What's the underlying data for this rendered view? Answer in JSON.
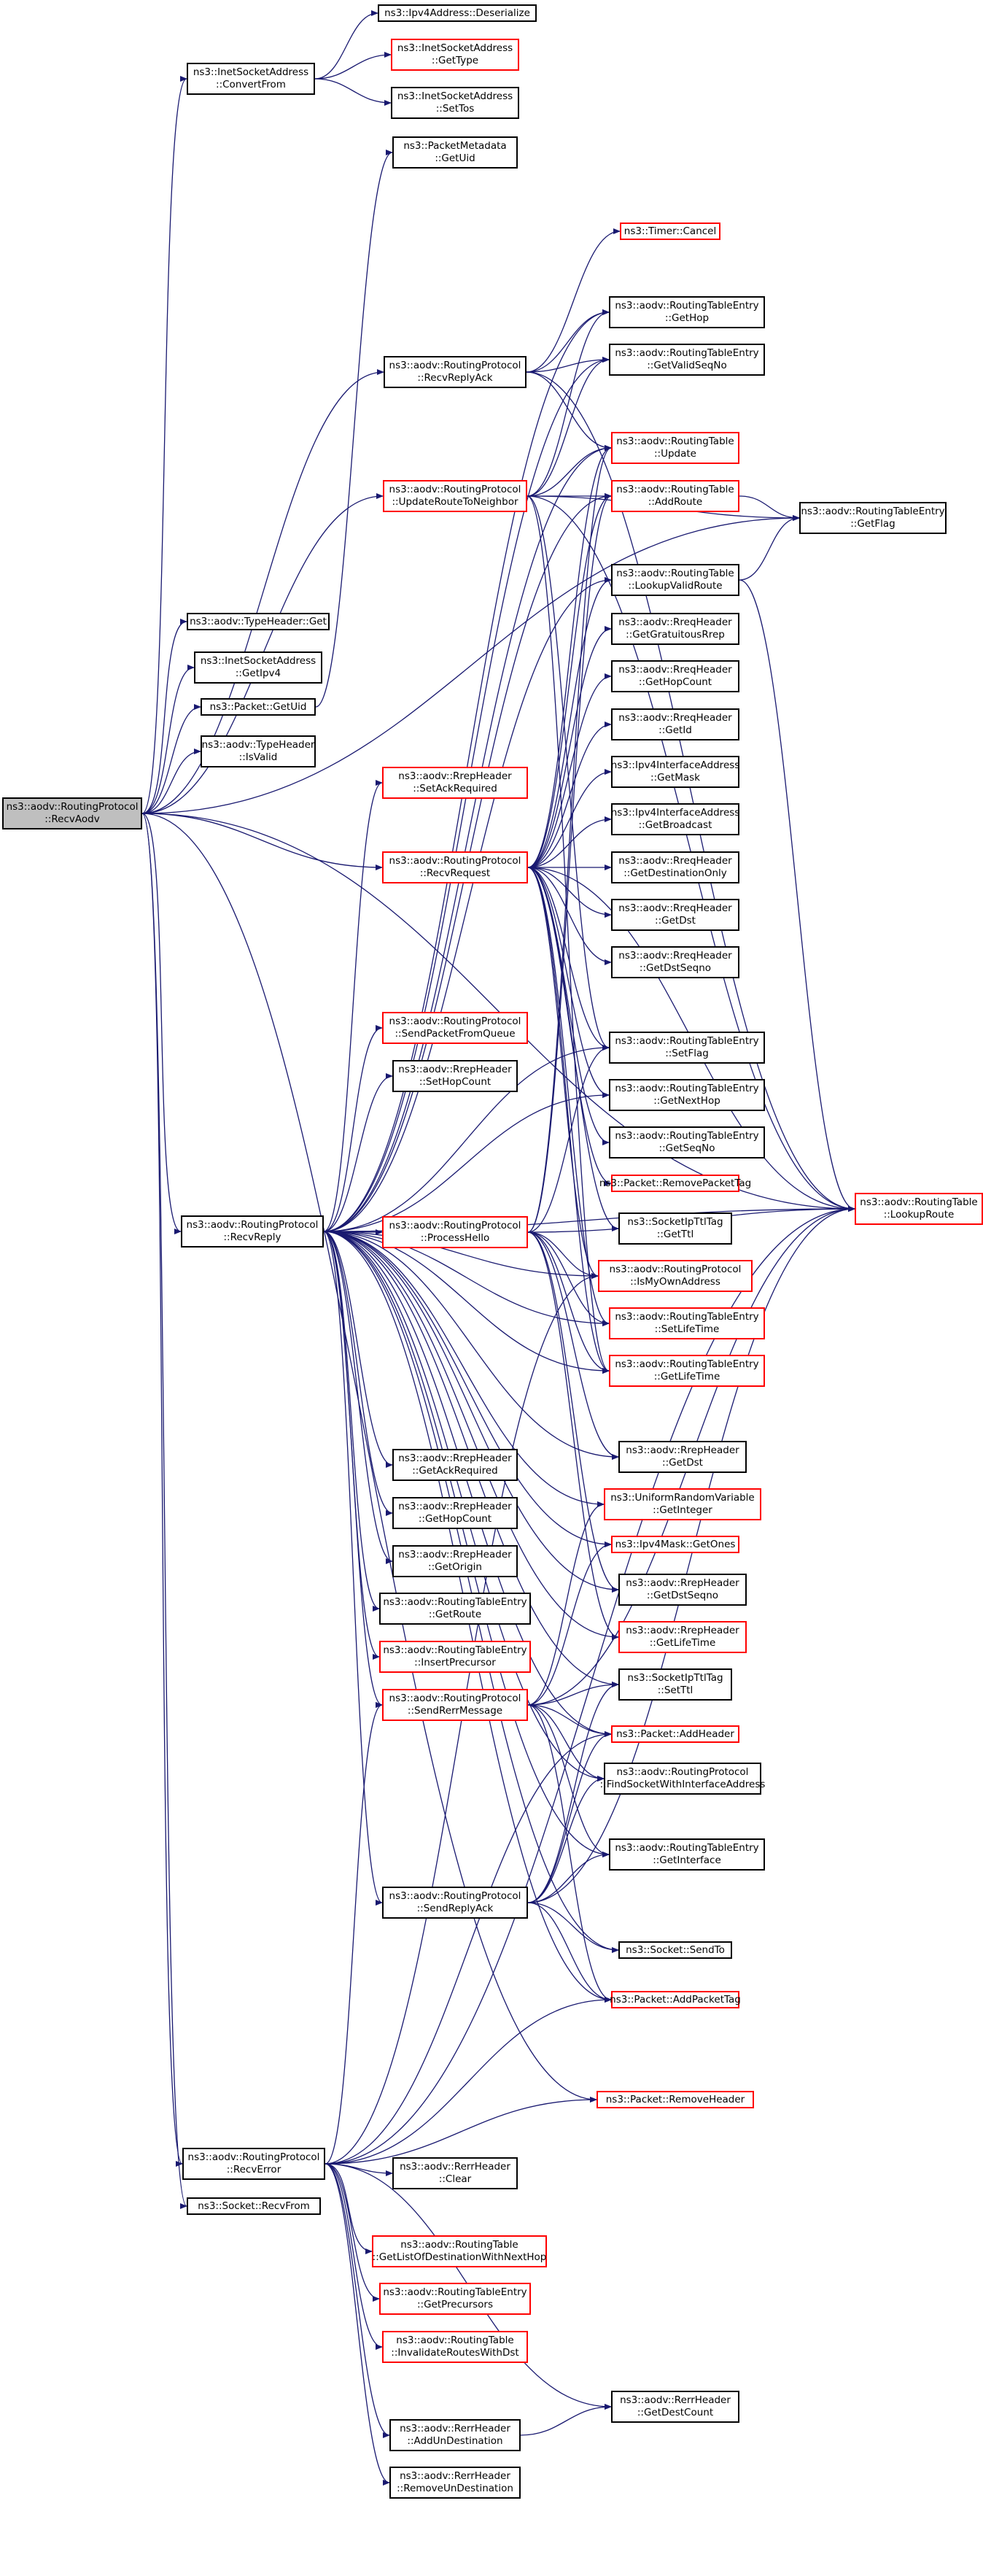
{
  "colors": {
    "edge": "#191970",
    "node_border": "#000000",
    "node_border_partial": "#ff0000",
    "root_fill": "#bfbfbf"
  },
  "nodes": [
    {
      "id": "recvaodv",
      "lines": [
        "ns3::aodv::RoutingProtocol",
        "::RecvAodv"
      ],
      "style": "root"
    },
    {
      "id": "convertfrom",
      "lines": [
        "ns3::InetSocketAddress",
        "::ConvertFrom"
      ],
      "style": "black"
    },
    {
      "id": "ipv4deser",
      "lines": [
        "ns3::Ipv4Address::Deserialize"
      ],
      "style": "black"
    },
    {
      "id": "inet_gettype",
      "lines": [
        "ns3::InetSocketAddress",
        "::GetType"
      ],
      "style": "red"
    },
    {
      "id": "inet_settos",
      "lines": [
        "ns3::InetSocketAddress",
        "::SetTos"
      ],
      "style": "black"
    },
    {
      "id": "pm_getuid",
      "lines": [
        "ns3::PacketMetadata",
        "::GetUid"
      ],
      "style": "black"
    },
    {
      "id": "timer_cancel",
      "lines": [
        "ns3::Timer::Cancel"
      ],
      "style": "red"
    },
    {
      "id": "rte_gethop",
      "lines": [
        "ns3::aodv::RoutingTableEntry",
        "::GetHop"
      ],
      "style": "black"
    },
    {
      "id": "rte_getvalidseqno",
      "lines": [
        "ns3::aodv::RoutingTableEntry",
        "::GetValidSeqNo"
      ],
      "style": "black"
    },
    {
      "id": "recvreplyack",
      "lines": [
        "ns3::aodv::RoutingProtocol",
        "::RecvReplyAck"
      ],
      "style": "black"
    },
    {
      "id": "rt_update",
      "lines": [
        "ns3::aodv::RoutingTable",
        "::Update"
      ],
      "style": "red"
    },
    {
      "id": "updateroute",
      "lines": [
        "ns3::aodv::RoutingProtocol",
        "::UpdateRouteToNeighbor"
      ],
      "style": "red"
    },
    {
      "id": "rt_addroute",
      "lines": [
        "ns3::aodv::RoutingTable",
        "::AddRoute"
      ],
      "style": "red"
    },
    {
      "id": "rte_getflag",
      "lines": [
        "ns3::aodv::RoutingTableEntry",
        "::GetFlag"
      ],
      "style": "black"
    },
    {
      "id": "rt_lookupvalid",
      "lines": [
        "ns3::aodv::RoutingTable",
        "::LookupValidRoute"
      ],
      "style": "black"
    },
    {
      "id": "typeheader_get",
      "lines": [
        "ns3::aodv::TypeHeader::Get"
      ],
      "style": "black"
    },
    {
      "id": "rreq_getgrat",
      "lines": [
        "ns3::aodv::RreqHeader",
        "::GetGratuitousRrep"
      ],
      "style": "black"
    },
    {
      "id": "inet_getipv4",
      "lines": [
        "ns3::InetSocketAddress",
        "::GetIpv4"
      ],
      "style": "black"
    },
    {
      "id": "rreq_gethopcount",
      "lines": [
        "ns3::aodv::RreqHeader",
        "::GetHopCount"
      ],
      "style": "black"
    },
    {
      "id": "packet_getuid",
      "lines": [
        "ns3::Packet::GetUid"
      ],
      "style": "black"
    },
    {
      "id": "typeheader_isvalid",
      "lines": [
        "ns3::aodv::TypeHeader",
        "::IsValid"
      ],
      "style": "black"
    },
    {
      "id": "rreq_getid",
      "lines": [
        "ns3::aodv::RreqHeader",
        "::GetId"
      ],
      "style": "black"
    },
    {
      "id": "ipv4if_getmask",
      "lines": [
        "ns3::Ipv4InterfaceAddress",
        "::GetMask"
      ],
      "style": "black"
    },
    {
      "id": "rrep_setackreq",
      "lines": [
        "ns3::aodv::RrepHeader",
        "::SetAckRequired"
      ],
      "style": "red"
    },
    {
      "id": "ipv4if_getbcast",
      "lines": [
        "ns3::Ipv4InterfaceAddress",
        "::GetBroadcast"
      ],
      "style": "black"
    },
    {
      "id": "recvrequest",
      "lines": [
        "ns3::aodv::RoutingProtocol",
        "::RecvRequest"
      ],
      "style": "red"
    },
    {
      "id": "rreq_getdestonly",
      "lines": [
        "ns3::aodv::RreqHeader",
        "::GetDestinationOnly"
      ],
      "style": "black"
    },
    {
      "id": "rreq_getdst",
      "lines": [
        "ns3::aodv::RreqHeader",
        "::GetDst"
      ],
      "style": "black"
    },
    {
      "id": "rreq_getdstseqno",
      "lines": [
        "ns3::aodv::RreqHeader",
        "::GetDstSeqno"
      ],
      "style": "black"
    },
    {
      "id": "sendpktqueue",
      "lines": [
        "ns3::aodv::RoutingProtocol",
        "::SendPacketFromQueue"
      ],
      "style": "red"
    },
    {
      "id": "rte_setflag",
      "lines": [
        "ns3::aodv::RoutingTableEntry",
        "::SetFlag"
      ],
      "style": "black"
    },
    {
      "id": "rrep_sethopcount",
      "lines": [
        "ns3::aodv::RrepHeader",
        "::SetHopCount"
      ],
      "style": "black"
    },
    {
      "id": "rte_getnexthop",
      "lines": [
        "ns3::aodv::RoutingTableEntry",
        "::GetNextHop"
      ],
      "style": "black"
    },
    {
      "id": "rte_getseqno",
      "lines": [
        "ns3::aodv::RoutingTableEntry",
        "::GetSeqNo"
      ],
      "style": "black"
    },
    {
      "id": "packet_removetag",
      "lines": [
        "ns3::Packet::RemovePacketTag"
      ],
      "style": "red"
    },
    {
      "id": "rt_lookuproute",
      "lines": [
        "ns3::aodv::RoutingTable",
        "::LookupRoute"
      ],
      "style": "red"
    },
    {
      "id": "processhello",
      "lines": [
        "ns3::aodv::RoutingProtocol",
        "::ProcessHello"
      ],
      "style": "red"
    },
    {
      "id": "sipttl_getttl",
      "lines": [
        "ns3::SocketIpTtlTag",
        "::GetTtl"
      ],
      "style": "black"
    },
    {
      "id": "recvreply",
      "lines": [
        "ns3::aodv::RoutingProtocol",
        "::RecvReply"
      ],
      "style": "black"
    },
    {
      "id": "ismyown",
      "lines": [
        "ns3::aodv::RoutingProtocol",
        "::IsMyOwnAddress"
      ],
      "style": "red"
    },
    {
      "id": "rte_setlifetime",
      "lines": [
        "ns3::aodv::RoutingTableEntry",
        "::SetLifeTime"
      ],
      "style": "red"
    },
    {
      "id": "rte_getlifetime",
      "lines": [
        "ns3::aodv::RoutingTableEntry",
        "::GetLifeTime"
      ],
      "style": "red"
    },
    {
      "id": "rrep_getdst",
      "lines": [
        "ns3::aodv::RrepHeader",
        "::GetDst"
      ],
      "style": "black"
    },
    {
      "id": "rrep_getackreq",
      "lines": [
        "ns3::aodv::RrepHeader",
        "::GetAckRequired"
      ],
      "style": "black"
    },
    {
      "id": "urv_getinteger",
      "lines": [
        "ns3::UniformRandomVariable",
        "::GetInteger"
      ],
      "style": "red"
    },
    {
      "id": "rrep_gethopcount",
      "lines": [
        "ns3::aodv::RrepHeader",
        "::GetHopCount"
      ],
      "style": "black"
    },
    {
      "id": "ipv4mask_getones",
      "lines": [
        "ns3::Ipv4Mask::GetOnes"
      ],
      "style": "red"
    },
    {
      "id": "rrep_getorigin",
      "lines": [
        "ns3::aodv::RrepHeader",
        "::GetOrigin"
      ],
      "style": "black"
    },
    {
      "id": "rrep_getdstseqno",
      "lines": [
        "ns3::aodv::RrepHeader",
        "::GetDstSeqno"
      ],
      "style": "black"
    },
    {
      "id": "rte_getroute",
      "lines": [
        "ns3::aodv::RoutingTableEntry",
        "::GetRoute"
      ],
      "style": "black"
    },
    {
      "id": "rrep_getlifetime",
      "lines": [
        "ns3::aodv::RrepHeader",
        "::GetLifeTime"
      ],
      "style": "red"
    },
    {
      "id": "rte_insertprecursor",
      "lines": [
        "ns3::aodv::RoutingTableEntry",
        "::InsertPrecursor"
      ],
      "style": "red"
    },
    {
      "id": "sipttl_setttl",
      "lines": [
        "ns3::SocketIpTtlTag",
        "::SetTtl"
      ],
      "style": "black"
    },
    {
      "id": "sendrerrmsg",
      "lines": [
        "ns3::aodv::RoutingProtocol",
        "::SendRerrMessage"
      ],
      "style": "red"
    },
    {
      "id": "packet_addheader",
      "lines": [
        "ns3::Packet::AddHeader"
      ],
      "style": "red"
    },
    {
      "id": "findsocket",
      "lines": [
        "ns3::aodv::RoutingProtocol",
        "::FindSocketWithInterfaceAddress"
      ],
      "style": "black"
    },
    {
      "id": "rte_getinterface",
      "lines": [
        "ns3::aodv::RoutingTableEntry",
        "::GetInterface"
      ],
      "style": "black"
    },
    {
      "id": "sendreplyack",
      "lines": [
        "ns3::aodv::RoutingProtocol",
        "::SendReplyAck"
      ],
      "style": "black"
    },
    {
      "id": "socket_sendto",
      "lines": [
        "ns3::Socket::SendTo"
      ],
      "style": "black"
    },
    {
      "id": "packet_addtag",
      "lines": [
        "ns3::Packet::AddPacketTag"
      ],
      "style": "red"
    },
    {
      "id": "packet_removeheader",
      "lines": [
        "ns3::Packet::RemoveHeader"
      ],
      "style": "red"
    },
    {
      "id": "recverror",
      "lines": [
        "ns3::aodv::RoutingProtocol",
        "::RecvError"
      ],
      "style": "black"
    },
    {
      "id": "rerr_clear",
      "lines": [
        "ns3::aodv::RerrHeader",
        "::Clear"
      ],
      "style": "black"
    },
    {
      "id": "socket_recvfrom",
      "lines": [
        "ns3::Socket::RecvFrom"
      ],
      "style": "black"
    },
    {
      "id": "rt_getlistdest",
      "lines": [
        "ns3::aodv::RoutingTable",
        "::GetListOfDestinationWithNextHop"
      ],
      "style": "red"
    },
    {
      "id": "rte_getprecursors",
      "lines": [
        "ns3::aodv::RoutingTableEntry",
        "::GetPrecursors"
      ],
      "style": "red"
    },
    {
      "id": "rt_invalidate",
      "lines": [
        "ns3::aodv::RoutingTable",
        "::InvalidateRoutesWithDst"
      ],
      "style": "red"
    },
    {
      "id": "rerr_getdestcount",
      "lines": [
        "ns3::aodv::RerrHeader",
        "::GetDestCount"
      ],
      "style": "black"
    },
    {
      "id": "rerr_addun",
      "lines": [
        "ns3::aodv::RerrHeader",
        "::AddUnDestination"
      ],
      "style": "black"
    },
    {
      "id": "rerr_removeun",
      "lines": [
        "ns3::aodv::RerrHeader",
        "::RemoveUnDestination"
      ],
      "style": "black"
    }
  ],
  "edges": [
    [
      "recvaodv",
      "convertfrom"
    ],
    [
      "convertfrom",
      "ipv4deser"
    ],
    [
      "convertfrom",
      "inet_gettype"
    ],
    [
      "convertfrom",
      "inet_settos"
    ],
    [
      "recvaodv",
      "typeheader_get"
    ],
    [
      "recvaodv",
      "inet_getipv4"
    ],
    [
      "recvaodv",
      "packet_getuid"
    ],
    [
      "recvaodv",
      "typeheader_isvalid"
    ],
    [
      "packet_getuid",
      "pm_getuid"
    ],
    [
      "recvaodv",
      "rte_getflag"
    ],
    [
      "recvaodv",
      "recvreplyack"
    ],
    [
      "recvaodv",
      "updateroute"
    ],
    [
      "recvaodv",
      "recvrequest"
    ],
    [
      "recvaodv",
      "recvreply"
    ],
    [
      "recvaodv",
      "recverror"
    ],
    [
      "recvaodv",
      "socket_recvfrom"
    ],
    [
      "recvaodv",
      "packet_removeheader"
    ],
    [
      "recvaodv",
      "rt_lookuproute"
    ],
    [
      "recvreplyack",
      "timer_cancel"
    ],
    [
      "recvreplyack",
      "rte_getvalidseqno"
    ],
    [
      "recvreplyack",
      "rt_update"
    ],
    [
      "recvreplyack",
      "rte_gethop"
    ],
    [
      "recvreplyack",
      "rt_lookuproute"
    ],
    [
      "updateroute",
      "rte_gethop"
    ],
    [
      "updateroute",
      "rte_getvalidseqno"
    ],
    [
      "updateroute",
      "rt_update"
    ],
    [
      "updateroute",
      "rt_addroute"
    ],
    [
      "updateroute",
      "rte_getflag"
    ],
    [
      "updateroute",
      "rte_setflag"
    ],
    [
      "updateroute",
      "rt_lookuproute"
    ],
    [
      "updateroute",
      "rte_getlifetime"
    ],
    [
      "rt_addroute",
      "rte_getflag"
    ],
    [
      "rt_lookupvalid",
      "rte_getflag"
    ],
    [
      "rt_lookupvalid",
      "rt_lookuproute"
    ],
    [
      "recvrequest",
      "rreq_getgrat"
    ],
    [
      "recvrequest",
      "rreq_gethopcount"
    ],
    [
      "recvrequest",
      "rreq_getid"
    ],
    [
      "recvrequest",
      "ipv4if_getmask"
    ],
    [
      "recvrequest",
      "ipv4if_getbcast"
    ],
    [
      "recvrequest",
      "rreq_getdestonly"
    ],
    [
      "recvrequest",
      "rreq_getdst"
    ],
    [
      "recvrequest",
      "rreq_getdstseqno"
    ],
    [
      "recvrequest",
      "rte_setflag"
    ],
    [
      "recvrequest",
      "rte_getnexthop"
    ],
    [
      "recvrequest",
      "rte_getseqno"
    ],
    [
      "recvrequest",
      "packet_removetag"
    ],
    [
      "recvrequest",
      "sipttl_getttl"
    ],
    [
      "recvrequest",
      "ismyown"
    ],
    [
      "recvrequest",
      "rte_setlifetime"
    ],
    [
      "recvrequest",
      "rte_getlifetime"
    ],
    [
      "recvrequest",
      "rt_lookuproute"
    ],
    [
      "recvrequest",
      "rt_update"
    ],
    [
      "recvrequest",
      "rt_addroute"
    ],
    [
      "recvrequest",
      "rt_lookupvalid"
    ],
    [
      "recvreply",
      "rrep_setackreq"
    ],
    [
      "recvreply",
      "sendpktqueue"
    ],
    [
      "recvreply",
      "rrep_sethopcount"
    ],
    [
      "recvreply",
      "processhello"
    ],
    [
      "recvreply",
      "rrep_getdst"
    ],
    [
      "recvreply",
      "rrep_getackreq"
    ],
    [
      "recvreply",
      "rrep_gethopcount"
    ],
    [
      "recvreply",
      "rrep_getorigin"
    ],
    [
      "recvreply",
      "rte_getroute"
    ],
    [
      "recvreply",
      "rte_insertprecursor"
    ],
    [
      "recvreply",
      "sendrerrmsg"
    ],
    [
      "recvreply",
      "sendreplyack"
    ],
    [
      "recvreply",
      "rt_lookuproute"
    ],
    [
      "recvreply",
      "rt_update"
    ],
    [
      "recvreply",
      "rt_addroute"
    ],
    [
      "recvreply",
      "rte_gethop"
    ],
    [
      "recvreply",
      "rte_getvalidseqno"
    ],
    [
      "recvreply",
      "rte_setflag"
    ],
    [
      "recvreply",
      "rte_getnexthop"
    ],
    [
      "recvreply",
      "ismyown"
    ],
    [
      "recvreply",
      "rte_setlifetime"
    ],
    [
      "recvreply",
      "rte_getlifetime"
    ],
    [
      "recvreply",
      "rrep_getdstseqno"
    ],
    [
      "recvreply",
      "rrep_getlifetime"
    ],
    [
      "recvreply",
      "urv_getinteger"
    ],
    [
      "recvreply",
      "ipv4mask_getones"
    ],
    [
      "recvreply",
      "sipttl_setttl"
    ],
    [
      "recvreply",
      "packet_addheader"
    ],
    [
      "recvreply",
      "findsocket"
    ],
    [
      "recvreply",
      "rte_getinterface"
    ],
    [
      "recvreply",
      "socket_sendto"
    ],
    [
      "recvreply",
      "packet_addtag"
    ],
    [
      "recvreply",
      "rt_lookupvalid"
    ],
    [
      "processhello",
      "rt_addroute"
    ],
    [
      "processhello",
      "rt_update"
    ],
    [
      "processhello",
      "rt_lookuproute"
    ],
    [
      "processhello",
      "rrep_getdst"
    ],
    [
      "processhello",
      "rrep_getlifetime"
    ],
    [
      "processhello",
      "rte_setlifetime"
    ],
    [
      "processhello",
      "rte_getlifetime"
    ],
    [
      "processhello",
      "rte_setflag"
    ],
    [
      "processhello",
      "ismyown"
    ],
    [
      "processhello",
      "rrep_getdstseqno"
    ],
    [
      "sendrerrmsg",
      "sipttl_setttl"
    ],
    [
      "sendrerrmsg",
      "packet_addheader"
    ],
    [
      "sendrerrmsg",
      "findsocket"
    ],
    [
      "sendrerrmsg",
      "rte_getinterface"
    ],
    [
      "sendrerrmsg",
      "packet_addtag"
    ],
    [
      "sendrerrmsg",
      "rt_lookuproute"
    ],
    [
      "sendrerrmsg",
      "urv_getinteger"
    ],
    [
      "sendrerrmsg",
      "ipv4mask_getones"
    ],
    [
      "sendreplyack",
      "sipttl_setttl"
    ],
    [
      "sendreplyack",
      "packet_addheader"
    ],
    [
      "sendreplyack",
      "findsocket"
    ],
    [
      "sendreplyack",
      "rte_getinterface"
    ],
    [
      "sendreplyack",
      "socket_sendto"
    ],
    [
      "sendreplyack",
      "packet_addtag"
    ],
    [
      "sendreplyack",
      "rt_lookuproute"
    ],
    [
      "recverror",
      "rerr_clear"
    ],
    [
      "recverror",
      "rt_getlistdest"
    ],
    [
      "recverror",
      "rte_getprecursors"
    ],
    [
      "recverror",
      "rt_invalidate"
    ],
    [
      "recverror",
      "rerr_getdestcount"
    ],
    [
      "recverror",
      "rerr_addun"
    ],
    [
      "recverror",
      "rerr_removeun"
    ],
    [
      "recverror",
      "packet_removeheader"
    ],
    [
      "recverror",
      "packet_addtag"
    ],
    [
      "recverror",
      "sendrerrmsg"
    ],
    [
      "recverror",
      "rt_lookuproute"
    ],
    [
      "recverror",
      "ismyown"
    ],
    [
      "recverror",
      "packet_addheader"
    ],
    [
      "rerr_addun",
      "rerr_getdestcount"
    ]
  ]
}
